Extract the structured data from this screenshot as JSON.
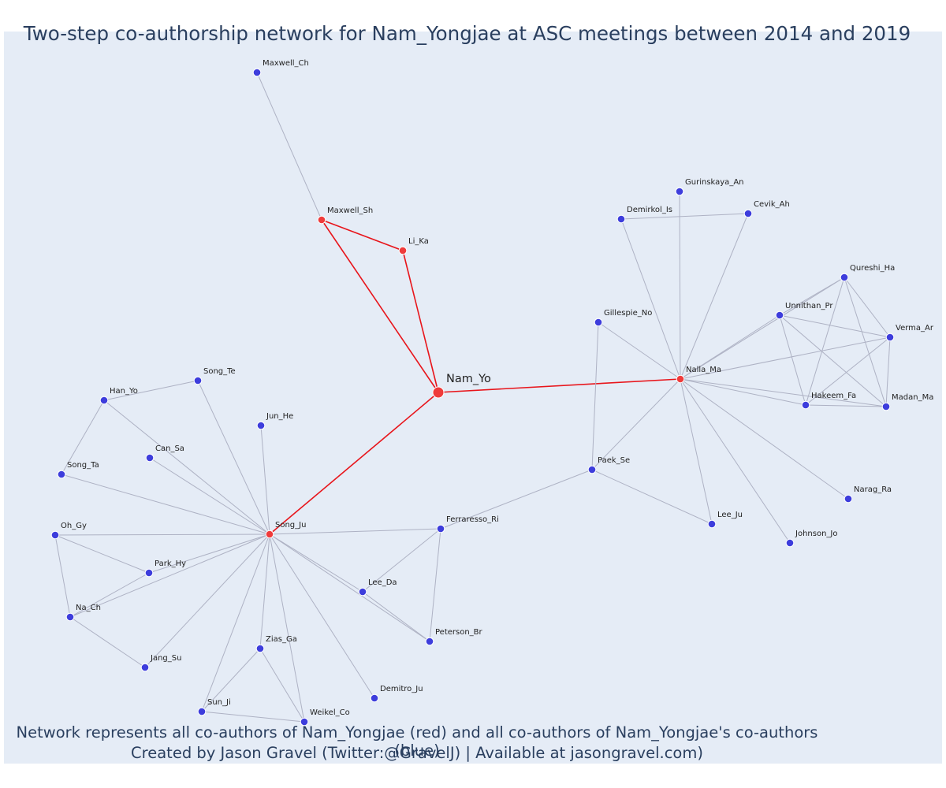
{
  "title": "Two-step co-authorship network for Nam_Yongjae at ASC meetings between 2014 and 2019",
  "caption_line1": "Network represents all co-authors of Nam_Yongjae (red) and all co-authors of Nam_Yongjae's co-authors (blue)",
  "caption_line2": "Created by Jason Gravel (Twitter:@GravelJ) | Available at jasongravel.com)",
  "colors": {
    "background": "#e5ecf6",
    "coauthor_node": "#ef3b3b",
    "second_step_node": "#3d3ddc",
    "coauthor_edge": "#e8151b",
    "other_edge": "#aeb2c4",
    "text": "#2a3f5f"
  },
  "nodes": [
    {
      "id": "Nam_Yo",
      "label": "Nam_Yo",
      "group": "focal"
    },
    {
      "id": "Maxwell_Sh",
      "label": "Maxwell_Sh",
      "group": "coauthor"
    },
    {
      "id": "Li_Ka",
      "label": "Li_Ka",
      "group": "coauthor"
    },
    {
      "id": "Nalla_Ma",
      "label": "Nalla_Ma",
      "group": "coauthor"
    },
    {
      "id": "Song_Ju",
      "label": "Song_Ju",
      "group": "coauthor"
    },
    {
      "id": "Maxwell_Ch",
      "label": "Maxwell_Ch",
      "group": "second"
    },
    {
      "id": "Gurinskaya_An",
      "label": "Gurinskaya_An",
      "group": "second"
    },
    {
      "id": "Demirkol_Is",
      "label": "Demirkol_Is",
      "group": "second"
    },
    {
      "id": "Cevik_Ah",
      "label": "Cevik_Ah",
      "group": "second"
    },
    {
      "id": "Qureshi_Ha",
      "label": "Qureshi_Ha",
      "group": "second"
    },
    {
      "id": "Unnithan_Pr",
      "label": "Unnithan_Pr",
      "group": "second"
    },
    {
      "id": "Verma_Ar",
      "label": "Verma_Ar",
      "group": "second"
    },
    {
      "id": "Gillespie_No",
      "label": "Gillespie_No",
      "group": "second"
    },
    {
      "id": "Hakeem_Fa",
      "label": "Hakeem_Fa",
      "group": "second"
    },
    {
      "id": "Madan_Ma",
      "label": "Madan_Ma",
      "group": "second"
    },
    {
      "id": "Paek_Se",
      "label": "Paek_Se",
      "group": "second"
    },
    {
      "id": "Narag_Ra",
      "label": "Narag_Ra",
      "group": "second"
    },
    {
      "id": "Lee_Ju",
      "label": "Lee_Ju",
      "group": "second"
    },
    {
      "id": "Johnson_Jo",
      "label": "Johnson_Jo",
      "group": "second"
    },
    {
      "id": "Song_Te",
      "label": "Song_Te",
      "group": "second"
    },
    {
      "id": "Han_Yo",
      "label": "Han_Yo",
      "group": "second"
    },
    {
      "id": "Jun_He",
      "label": "Jun_He",
      "group": "second"
    },
    {
      "id": "Can_Sa",
      "label": "Can_Sa",
      "group": "second"
    },
    {
      "id": "Song_Ta",
      "label": "Song_Ta",
      "group": "second"
    },
    {
      "id": "Oh_Gy",
      "label": "Oh_Gy",
      "group": "second"
    },
    {
      "id": "Ferraresso_Ri",
      "label": "Ferraresso_Ri",
      "group": "second"
    },
    {
      "id": "Park_Hy",
      "label": "Park_Hy",
      "group": "second"
    },
    {
      "id": "Lee_Da",
      "label": "Lee_Da",
      "group": "second"
    },
    {
      "id": "Na_Ch",
      "label": "Na_Ch",
      "group": "second"
    },
    {
      "id": "Peterson_Br",
      "label": "Peterson_Br",
      "group": "second"
    },
    {
      "id": "Zias_Ga",
      "label": "Zias_Ga",
      "group": "second"
    },
    {
      "id": "Jang_Su",
      "label": "Jang_Su",
      "group": "second"
    },
    {
      "id": "Demitro_Ju",
      "label": "Demitro_Ju",
      "group": "second"
    },
    {
      "id": "Sun_Ji",
      "label": "Sun_Ji",
      "group": "second"
    },
    {
      "id": "Weikel_Co",
      "label": "Weikel_Co",
      "group": "second"
    }
  ],
  "edges": [
    [
      "Nam_Yo",
      "Maxwell_Sh"
    ],
    [
      "Nam_Yo",
      "Li_Ka"
    ],
    [
      "Nam_Yo",
      "Nalla_Ma"
    ],
    [
      "Nam_Yo",
      "Song_Ju"
    ],
    [
      "Maxwell_Sh",
      "Li_Ka"
    ],
    [
      "Maxwell_Sh",
      "Maxwell_Ch"
    ],
    [
      "Demirkol_Is",
      "Cevik_Ah"
    ],
    [
      "Nalla_Ma",
      "Gurinskaya_An"
    ],
    [
      "Nalla_Ma",
      "Demirkol_Is"
    ],
    [
      "Nalla_Ma",
      "Cevik_Ah"
    ],
    [
      "Nalla_Ma",
      "Gillespie_No"
    ],
    [
      "Nalla_Ma",
      "Unnithan_Pr"
    ],
    [
      "Nalla_Ma",
      "Qureshi_Ha"
    ],
    [
      "Nalla_Ma",
      "Verma_Ar"
    ],
    [
      "Nalla_Ma",
      "Hakeem_Fa"
    ],
    [
      "Nalla_Ma",
      "Madan_Ma"
    ],
    [
      "Nalla_Ma",
      "Paek_Se"
    ],
    [
      "Nalla_Ma",
      "Lee_Ju"
    ],
    [
      "Nalla_Ma",
      "Johnson_Jo"
    ],
    [
      "Nalla_Ma",
      "Narag_Ra"
    ],
    [
      "Unnithan_Pr",
      "Qureshi_Ha"
    ],
    [
      "Unnithan_Pr",
      "Verma_Ar"
    ],
    [
      "Unnithan_Pr",
      "Hakeem_Fa"
    ],
    [
      "Unnithan_Pr",
      "Madan_Ma"
    ],
    [
      "Qureshi_Ha",
      "Verma_Ar"
    ],
    [
      "Qureshi_Ha",
      "Hakeem_Fa"
    ],
    [
      "Qureshi_Ha",
      "Madan_Ma"
    ],
    [
      "Verma_Ar",
      "Hakeem_Fa"
    ],
    [
      "Verma_Ar",
      "Madan_Ma"
    ],
    [
      "Hakeem_Fa",
      "Madan_Ma"
    ],
    [
      "Gillespie_No",
      "Paek_Se"
    ],
    [
      "Paek_Se",
      "Lee_Ju"
    ],
    [
      "Paek_Se",
      "Ferraresso_Ri"
    ],
    [
      "Song_Ju",
      "Song_Te"
    ],
    [
      "Song_Ju",
      "Han_Yo"
    ],
    [
      "Song_Ju",
      "Jun_He"
    ],
    [
      "Song_Ju",
      "Can_Sa"
    ],
    [
      "Song_Ju",
      "Song_Ta"
    ],
    [
      "Song_Ju",
      "Oh_Gy"
    ],
    [
      "Song_Ju",
      "Park_Hy"
    ],
    [
      "Song_Ju",
      "Na_Ch"
    ],
    [
      "Song_Ju",
      "Jang_Su"
    ],
    [
      "Song_Ju",
      "Sun_Ji"
    ],
    [
      "Song_Ju",
      "Zias_Ga"
    ],
    [
      "Song_Ju",
      "Weikel_Co"
    ],
    [
      "Song_Ju",
      "Demitro_Ju"
    ],
    [
      "Song_Ju",
      "Ferraresso_Ri"
    ],
    [
      "Song_Ju",
      "Lee_Da"
    ],
    [
      "Song_Ju",
      "Peterson_Br"
    ],
    [
      "Han_Yo",
      "Song_Te"
    ],
    [
      "Han_Yo",
      "Song_Ta"
    ],
    [
      "Oh_Gy",
      "Park_Hy"
    ],
    [
      "Oh_Gy",
      "Na_Ch"
    ],
    [
      "Na_Ch",
      "Park_Hy"
    ],
    [
      "Na_Ch",
      "Jang_Su"
    ],
    [
      "Ferraresso_Ri",
      "Lee_Da"
    ],
    [
      "Ferraresso_Ri",
      "Peterson_Br"
    ],
    [
      "Lee_Da",
      "Peterson_Br"
    ],
    [
      "Zias_Ga",
      "Sun_Ji"
    ],
    [
      "Zias_Ga",
      "Weikel_Co"
    ],
    [
      "Sun_Ji",
      "Weikel_Co"
    ]
  ]
}
